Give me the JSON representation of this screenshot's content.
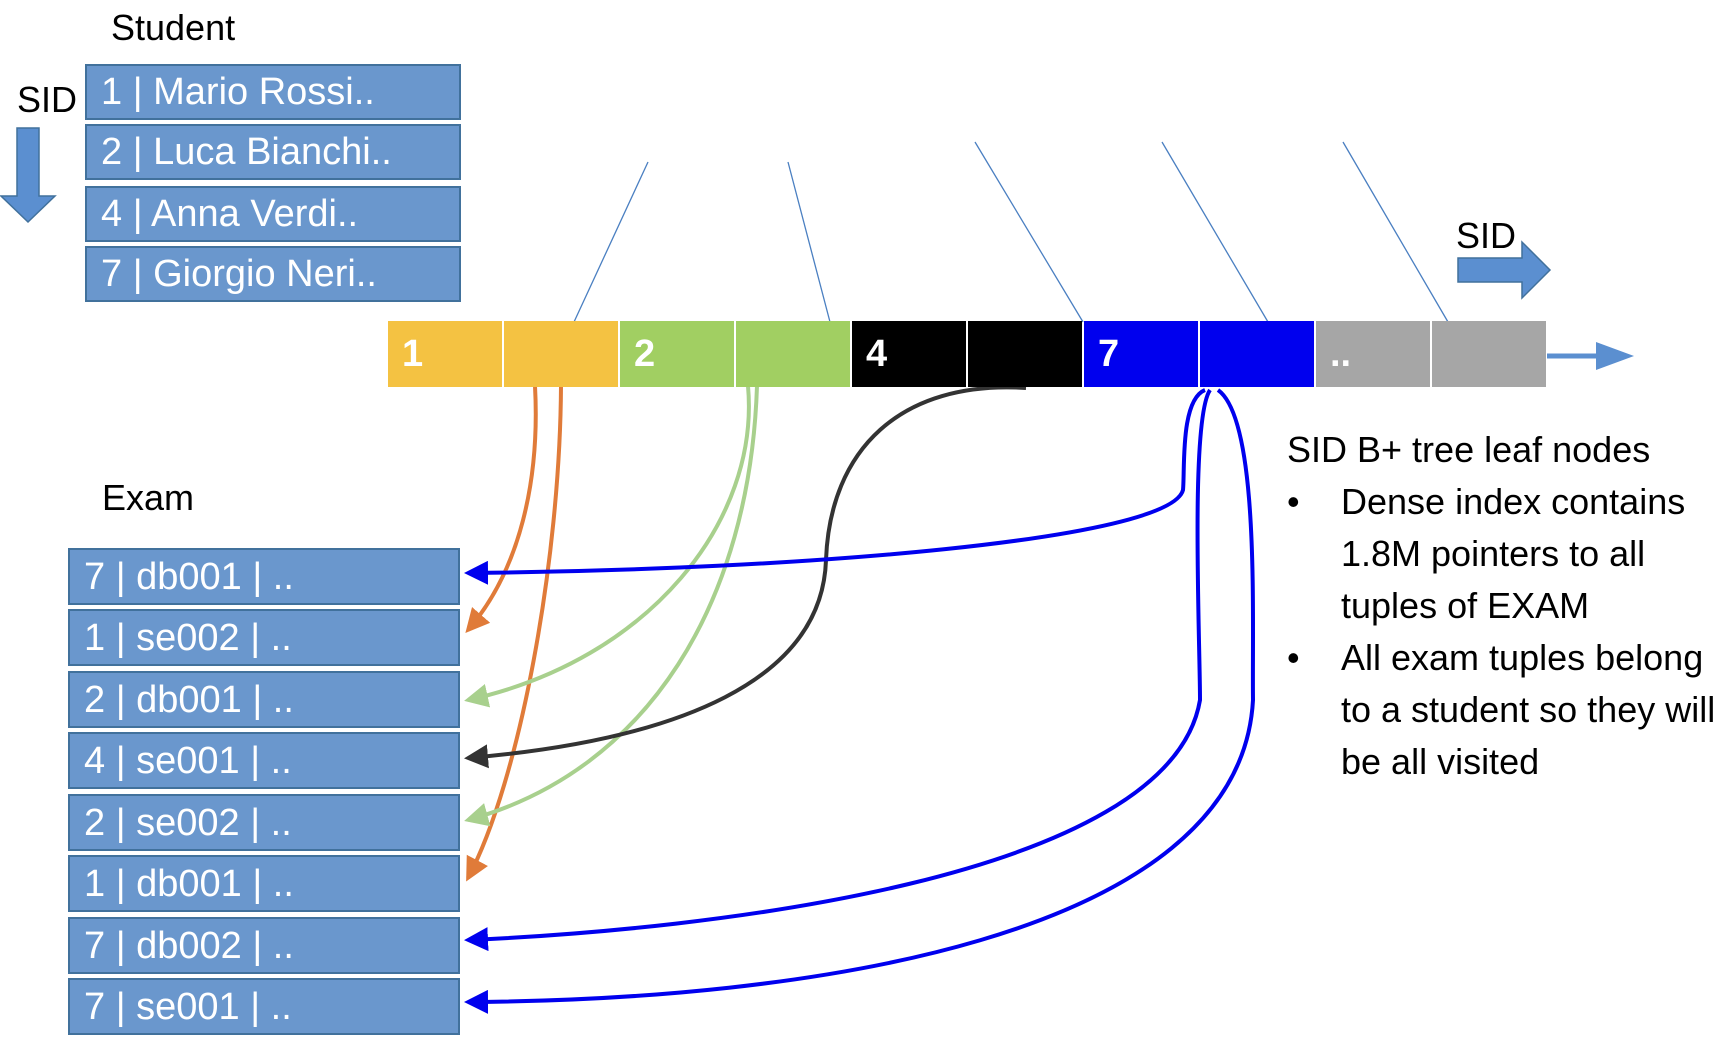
{
  "student": {
    "title": "Student",
    "sid_label": "SID",
    "rows": [
      "1 | Mario Rossi..",
      "2 | Luca Bianchi..",
      "4 | Anna Verdi..",
      "7 | Giorgio Neri.."
    ]
  },
  "exam": {
    "title": "Exam",
    "rows": [
      "7 | db001 | ..",
      "1 | se002 | ..",
      "2 | db001 | ..",
      "4 | se001 | ..",
      "2 | se002 | ..",
      "1 | db001 | ..",
      "7 | db002 | ..",
      "7 | se001 | .."
    ]
  },
  "leaf": {
    "sid_label": "SID",
    "segments": [
      {
        "text": "1",
        "color": "#f4c242"
      },
      {
        "text": "",
        "color": "#f4c242"
      },
      {
        "text": "2",
        "color": "#a1cf62"
      },
      {
        "text": "",
        "color": "#a1cf62"
      },
      {
        "text": "4",
        "color": "#000000"
      },
      {
        "text": "",
        "color": "#000000"
      },
      {
        "text": "7",
        "color": "#0000ee"
      },
      {
        "text": "",
        "color": "#0000ee"
      },
      {
        "text": "..",
        "color": "#a6a6a6"
      },
      {
        "text": "",
        "color": "#a6a6a6"
      }
    ]
  },
  "notes": {
    "title": "SID B+ tree leaf nodes",
    "bullet": "•",
    "items": [
      "Dense index contains 1.8M pointers to all tuples of EXAM",
      "All exam tuples belong to a student so they will be all visited"
    ]
  },
  "colors": {
    "row_fill": "#6a97cd",
    "row_border": "#41719c",
    "arrow_block": "#5b8fd0",
    "pointer_orange": "#e07b39",
    "pointer_green": "#a8d08d",
    "pointer_black": "#333333",
    "pointer_blue": "#0000ee"
  }
}
